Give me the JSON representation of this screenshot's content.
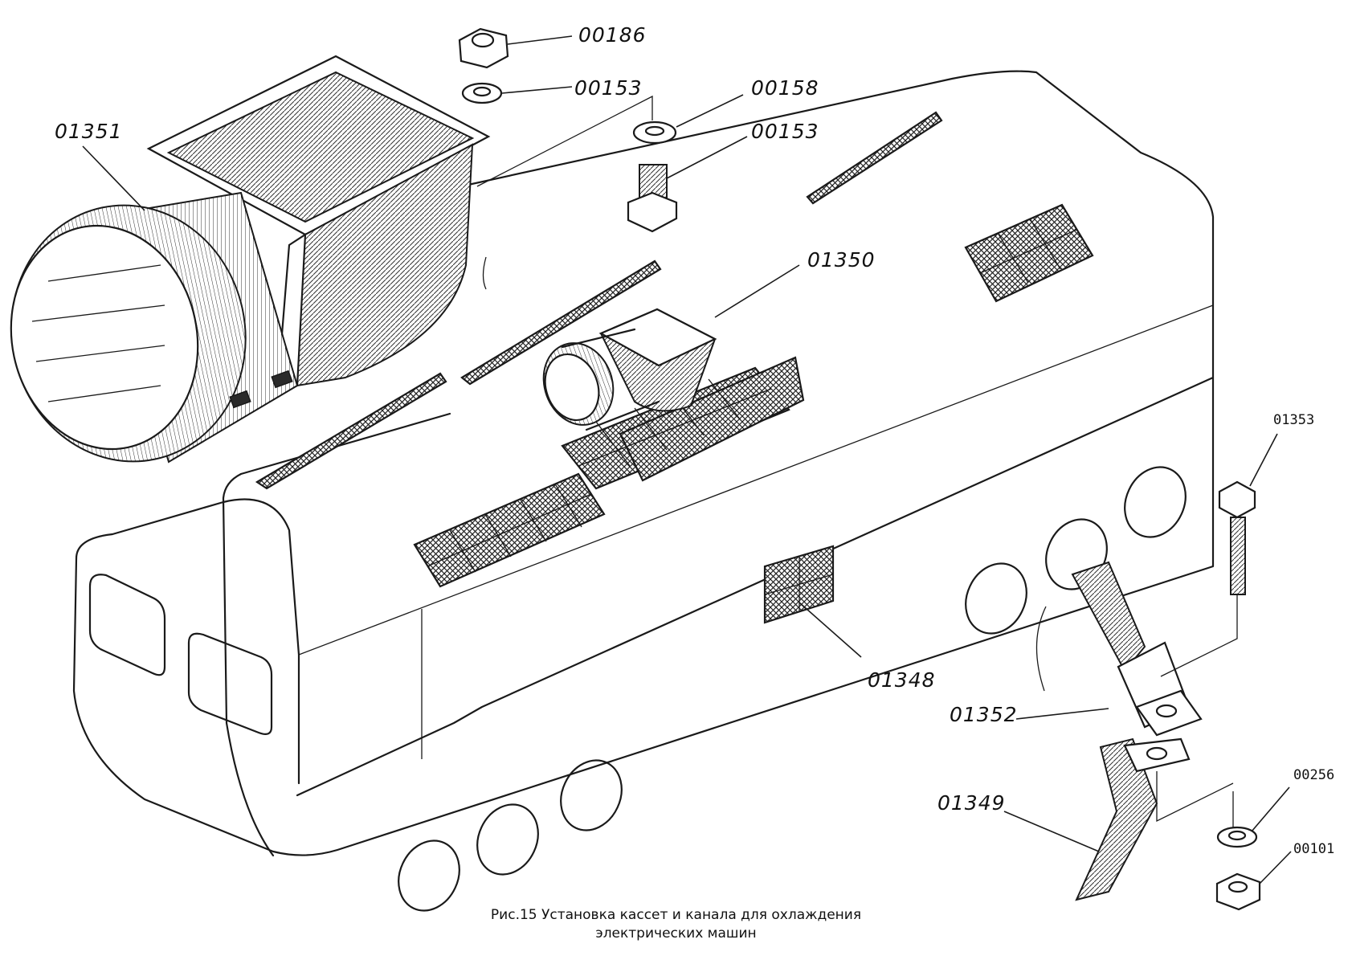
{
  "figure": {
    "caption_line1": "Рис.15 Установка кассет и канала для охлаждения",
    "caption_line2": "электрических машин"
  },
  "callouts": [
    {
      "id": "00186"
    },
    {
      "id": "00153"
    },
    {
      "id": "00158"
    },
    {
      "id": "00153"
    },
    {
      "id": "01351"
    },
    {
      "id": "01350"
    },
    {
      "id": "01353"
    },
    {
      "id": "01348"
    },
    {
      "id": "01352"
    },
    {
      "id": "01349"
    },
    {
      "id": "00256"
    },
    {
      "id": "00101"
    }
  ]
}
